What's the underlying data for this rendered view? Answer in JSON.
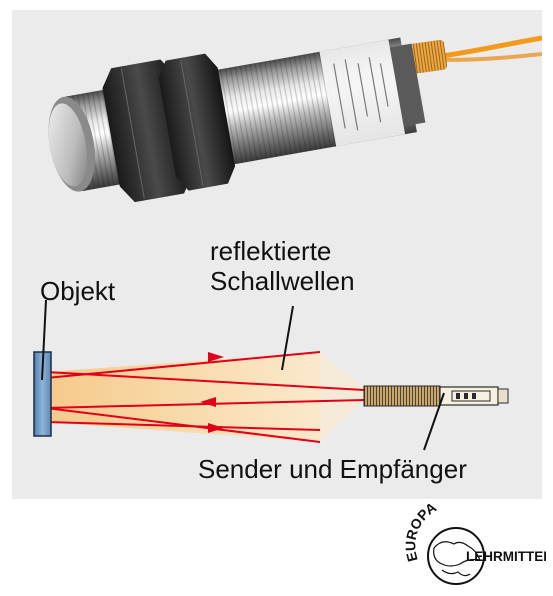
{
  "labels": {
    "object": "Objekt",
    "reflected_line1": "reflektierte",
    "reflected_line2": "Schallwellen",
    "sender": "Sender und Empfänger"
  },
  "logo": {
    "top": "EUROPA",
    "bottom": "LEHRMITTEL"
  },
  "colors": {
    "background": "#ebebeb",
    "beam": "#f3cf94",
    "wave_lines": "#e1001a",
    "object": "#6f9bc7",
    "cable": "#f39a1c"
  }
}
